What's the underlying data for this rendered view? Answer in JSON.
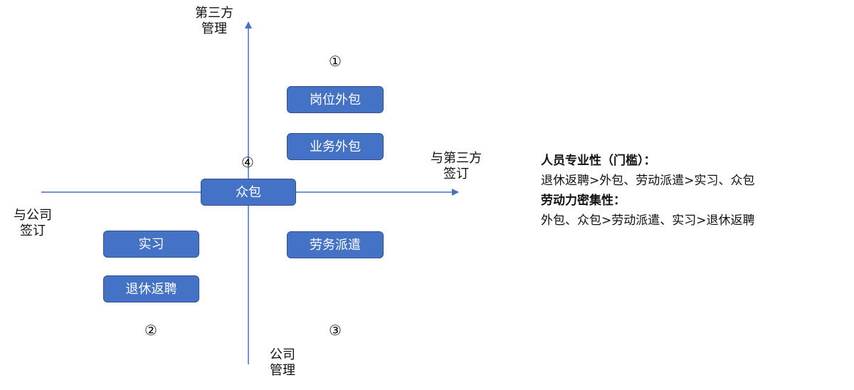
{
  "axes": {
    "top_label": "第三方\n管理",
    "bottom_label": "公司\n管理",
    "left_label": "与公司\n签订",
    "right_label": "与第三方\n签订",
    "color": "#4472c4"
  },
  "quadrants": {
    "q1": "①",
    "q2": "②",
    "q3": "③",
    "q4": "④"
  },
  "boxes": {
    "post_outsourcing": "岗位外包",
    "business_outsourcing": "业务外包",
    "crowdsourcing": "众包",
    "internship": "实习",
    "retiree_rehire": "退休返聘",
    "labor_dispatch": "劳务派遣",
    "fill_color": "#4472c4"
  },
  "notes": {
    "heading1": "人员专业性（门槛）：",
    "line1": "退休返聘>外包、劳动派遣>实习、众包",
    "heading2": "劳动力密集性：",
    "line2": "外包、众包>劳动派遣、实习>退休返聘"
  }
}
